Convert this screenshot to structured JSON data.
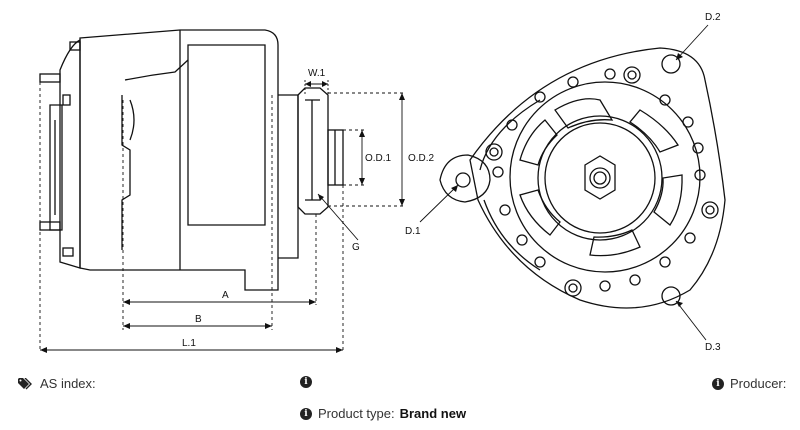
{
  "drawing": {
    "dimension_labels": {
      "w1": "W.1",
      "od1": "O.D.1",
      "od2": "O.D.2",
      "g": "G",
      "a": "A",
      "b": "B",
      "l1": "L.1",
      "d1": "D.1",
      "d2": "D.2",
      "d3": "D.3"
    }
  },
  "info": {
    "as_index_label": "AS index:",
    "producer_label": "Producer:",
    "product_type_label": "Product type:",
    "product_type_value": "Brand new"
  },
  "icons": {
    "tag": "tags-icon",
    "info": "info-circle-icon"
  }
}
